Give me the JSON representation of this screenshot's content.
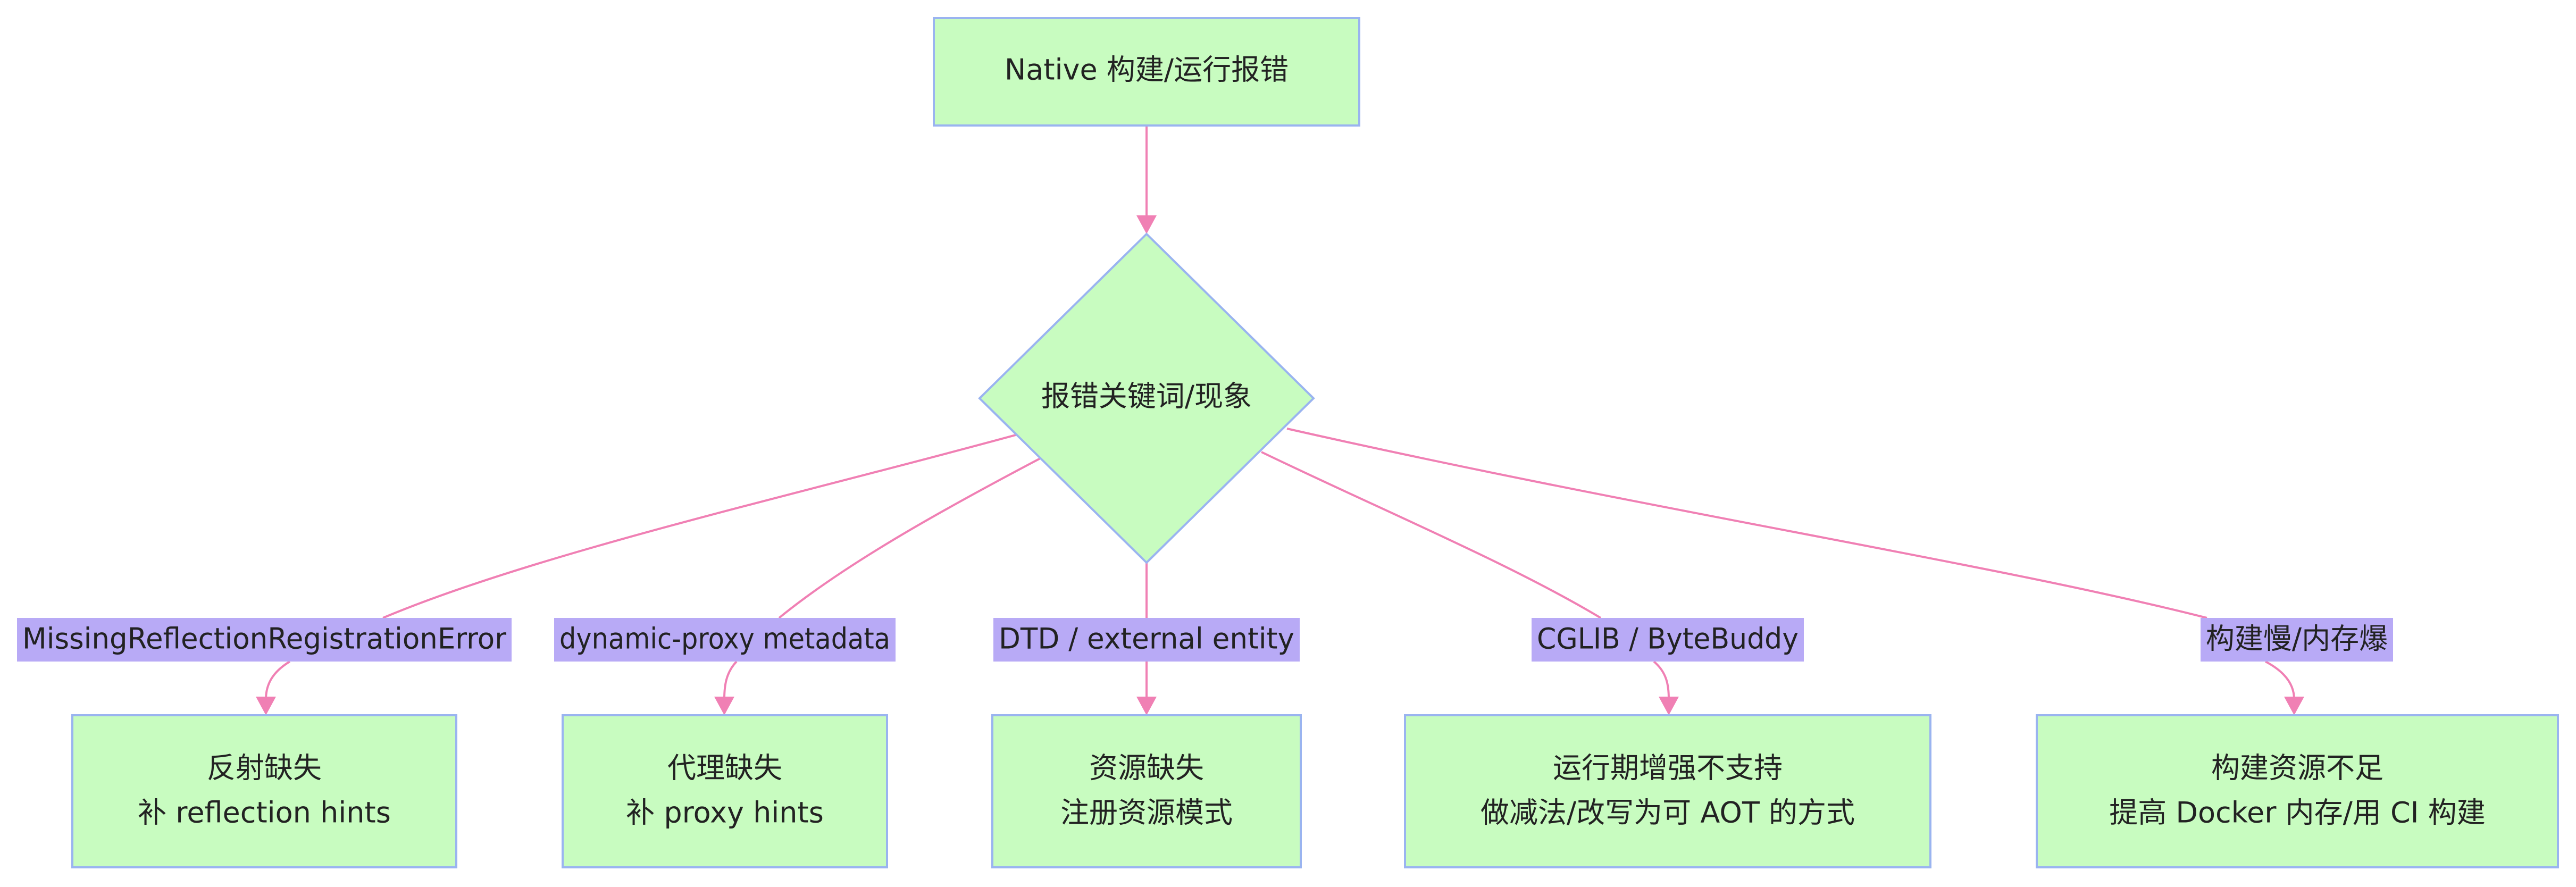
{
  "diagram": {
    "type": "flowchart",
    "start": {
      "text": "Native 构建/运行报错"
    },
    "decision": {
      "text": "报错关键词/现象"
    },
    "branches": [
      {
        "label": "MissingReflectionRegistrationError",
        "result_line1": "反射缺失",
        "result_line2": "补 reflection hints"
      },
      {
        "label": "dynamic-proxy metadata",
        "result_line1": "代理缺失",
        "result_line2": "补 proxy hints"
      },
      {
        "label": "DTD / external entity",
        "result_line1": "资源缺失",
        "result_line2": "注册资源模式"
      },
      {
        "label": "CGLIB / ByteBuddy",
        "result_line1": "运行期增强不支持",
        "result_line2": "做减法/改写为可 AOT 的方式"
      },
      {
        "label": "构建慢/内存爆",
        "result_line1": "构建资源不足",
        "result_line2": "提高 Docker 内存/用 CI 构建"
      }
    ],
    "colors": {
      "node_fill": "#c8fcc0",
      "node_stroke": "#9ab4f0",
      "edge": "#f080b4",
      "label_bg": "#b8aaf6"
    }
  }
}
